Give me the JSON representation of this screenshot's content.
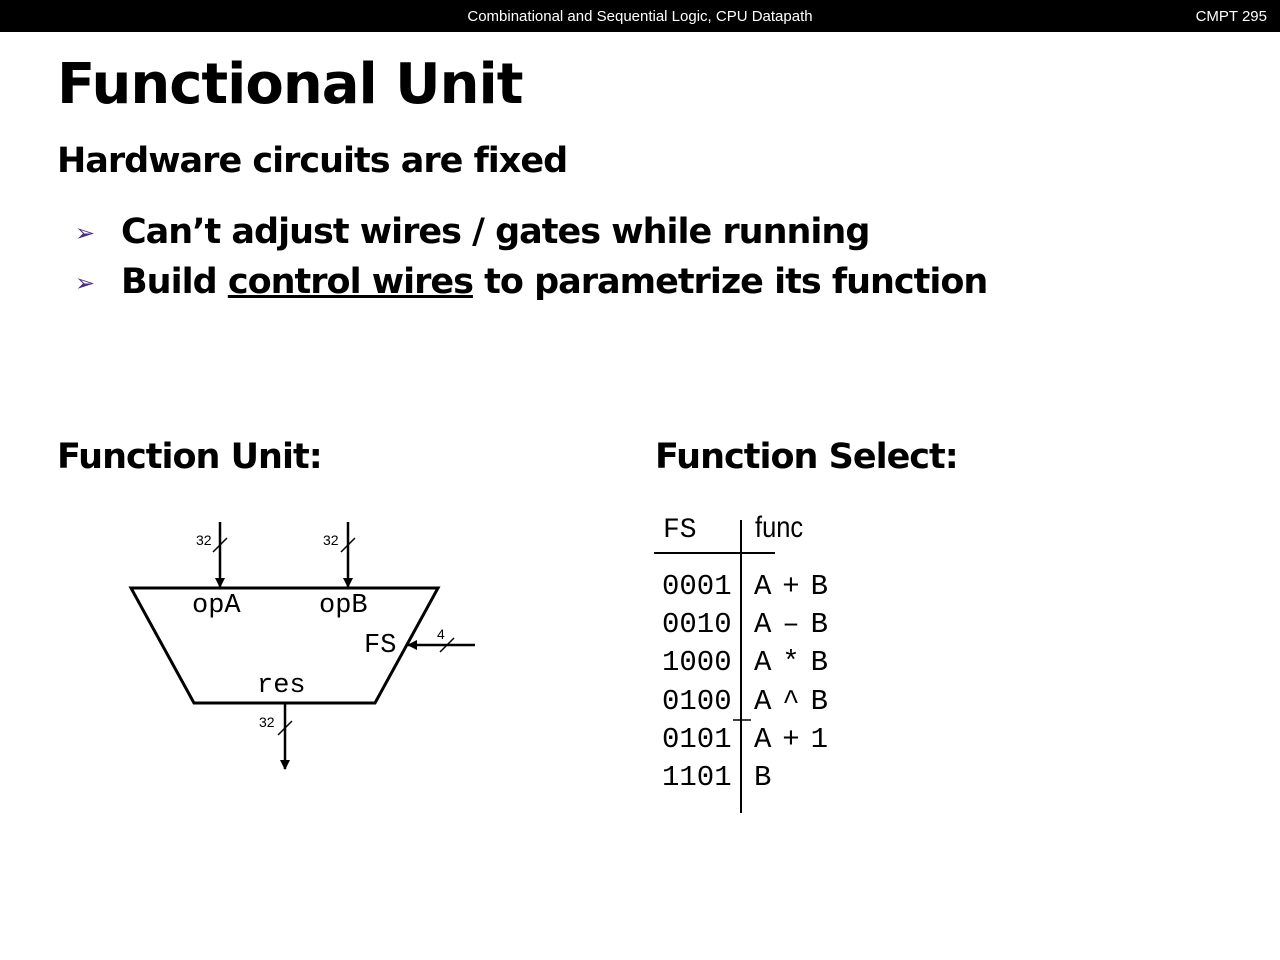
{
  "header": {
    "course_title": "Combinational and Sequential Logic, CPU Datapath",
    "course_code": "CMPT 295"
  },
  "slide": {
    "title": "Functional Unit",
    "subtitle": "Hardware circuits are fixed",
    "bullets": [
      {
        "text": "Can’t adjust wires / gates while running"
      },
      {
        "pre": "Build ",
        "underlined": "control wires",
        "post": " to parametrize its function"
      }
    ],
    "bullet_icon": "arrowhead-bullet-icon",
    "bullet_color": "#4b2d83"
  },
  "function_unit": {
    "heading": "Function Unit:",
    "inputs": {
      "opA": "opA",
      "opB": "opB",
      "fs": "FS"
    },
    "output": "res",
    "widths": {
      "opA": "32",
      "opB": "32",
      "fs": "4",
      "res": "32"
    }
  },
  "function_select": {
    "heading": "Function Select:",
    "columns": [
      "FS",
      "func"
    ],
    "rows": [
      {
        "fs": "0001",
        "func": "A + B"
      },
      {
        "fs": "0010",
        "func": "A – B"
      },
      {
        "fs": "1000",
        "func": "A * B"
      },
      {
        "fs": "0100",
        "func": "A ^ B"
      },
      {
        "fs": "0101",
        "func": "A + 1"
      },
      {
        "fs": "1101",
        "func": "B"
      }
    ]
  }
}
